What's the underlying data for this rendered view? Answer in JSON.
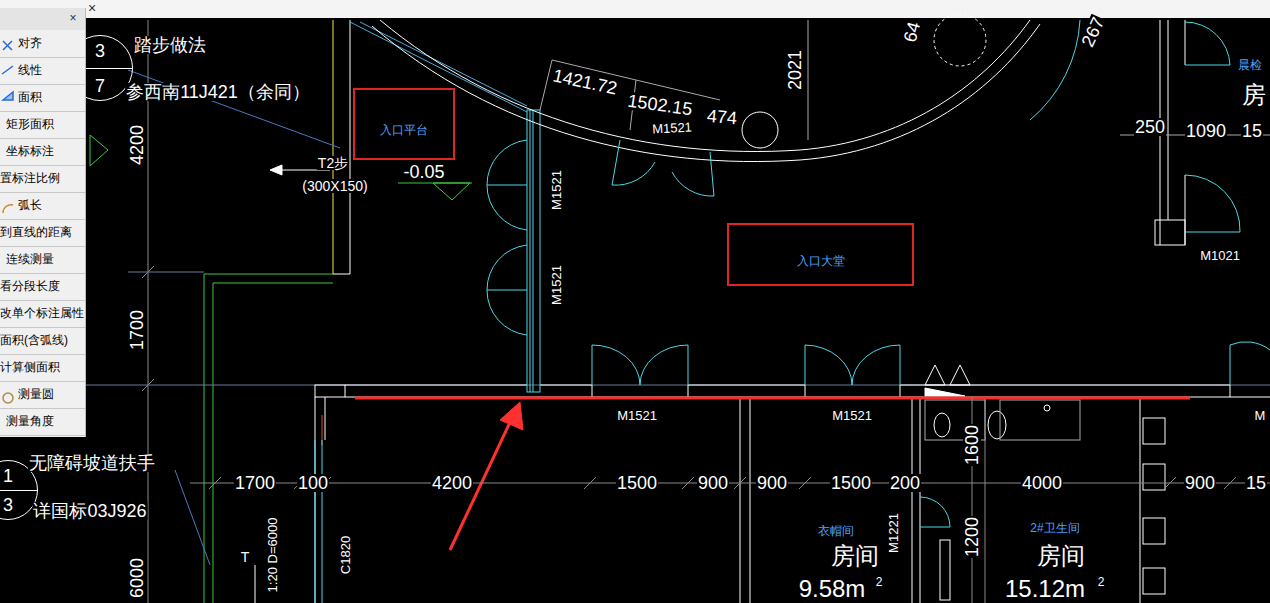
{
  "diagram": {
    "nodes": [
      {
        "text": [
          "对齐"
        ]
      },
      {
        "text": [
          "线性"
        ]
      },
      {
        "text": [
          "面积"
        ]
      },
      {
        "text": [
          "矩形面积"
        ]
      },
      {
        "text": [
          "坐标标注"
        ]
      },
      {
        "text": [
          "置标注比例"
        ]
      },
      {
        "text": [
          "弧长"
        ]
      },
      {
        "text": [
          "到直线的距离"
        ]
      },
      {
        "text": [
          "连续测量"
        ]
      },
      {
        "text": [
          "看分段长度"
        ]
      },
      {
        "text": [
          "改单个标注属性"
        ]
      },
      {
        "text": [
          "面积(含弧线)"
        ]
      },
      {
        "text": [
          "计算侧面积"
        ]
      },
      {
        "text": [
          "测量圆"
        ]
      },
      {
        "text": [
          "测量角度"
        ]
      },
      {
        "text": [
          "3",
          "7"
        ]
      },
      {
        "text": [
          "入口平台"
        ]
      },
      {
        "text": [
          "入口大堂"
        ]
      },
      {
        "text": [
          "1",
          "3"
        ]
      }
    ],
    "labels": [
      "×",
      "×",
      "踏步做法",
      "参西南11J421（余同）",
      "4200",
      "T2步",
      "(300X150)",
      "-0.05",
      "M1521",
      "M1521",
      "1421.72",
      "1502.15",
      "474",
      "M1521",
      "2021",
      "64",
      "267",
      "250",
      "1090",
      "15",
      "晨检",
      "房",
      "M1021",
      "1700",
      "M1521",
      "M1521",
      "M",
      "无障碍坡道扶手",
      "详国标03J926",
      "1700",
      "100",
      "4200",
      "1500",
      "900",
      "900",
      "1500",
      "200",
      "4000",
      "900",
      "15",
      "C1820",
      "T",
      "1:20 D=6000",
      "6000",
      "1600",
      "1200",
      "M1221",
      "衣帽间",
      "房间",
      "9.58m",
      "2",
      "2#卫生间",
      "房间",
      "15.12m",
      "2"
    ]
  }
}
